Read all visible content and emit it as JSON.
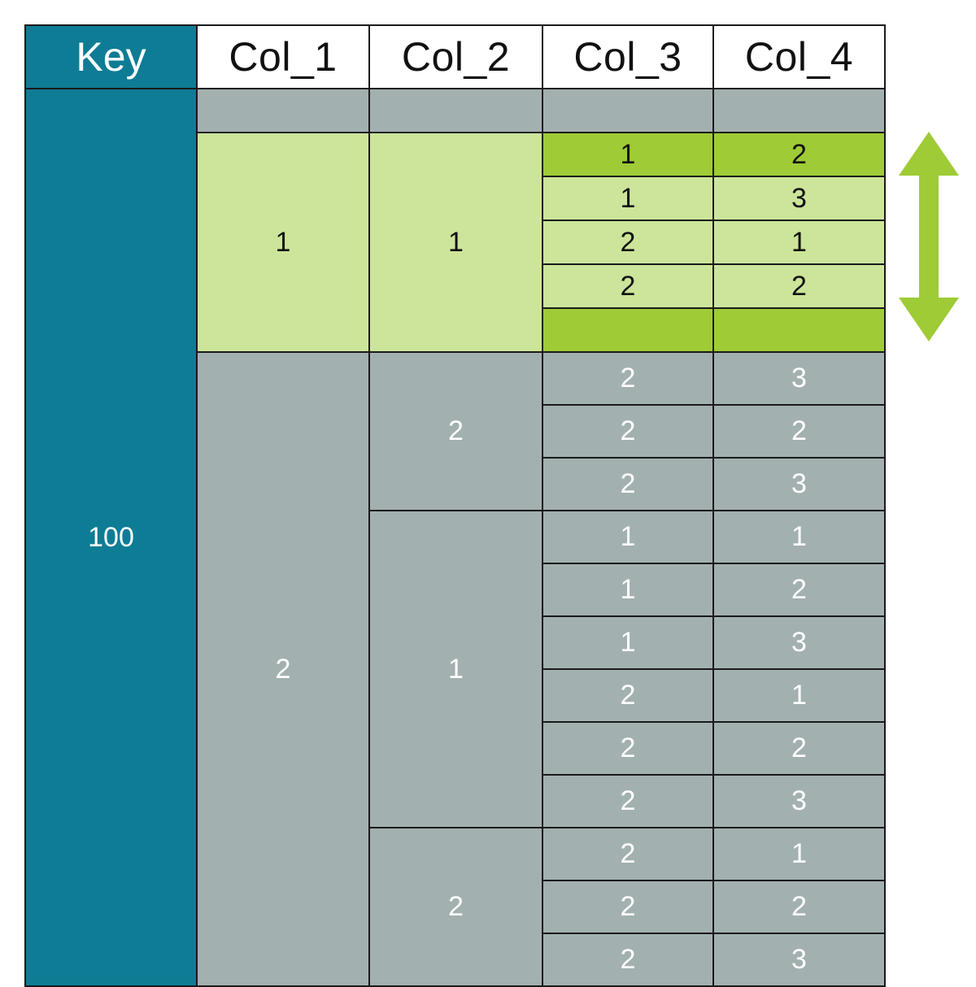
{
  "table": {
    "headers": [
      "Key",
      "Col_1",
      "Col_2",
      "Col_3",
      "Col_4"
    ],
    "key_value": "100",
    "empty_row": {
      "col_1": "",
      "col_2": "",
      "col_3": "",
      "col_4": ""
    },
    "groups": [
      {
        "id": "highlighted-group",
        "style": "green",
        "col_1": "1",
        "col_2": "1",
        "rows": [
          {
            "shade": "dark",
            "col_3": "1",
            "col_4": "2"
          },
          {
            "shade": "light",
            "col_3": "1",
            "col_4": "3"
          },
          {
            "shade": "light",
            "col_3": "2",
            "col_4": "1"
          },
          {
            "shade": "light",
            "col_3": "2",
            "col_4": "2"
          },
          {
            "shade": "dark",
            "col_3": "",
            "col_4": ""
          }
        ]
      },
      {
        "id": "group-2-2",
        "style": "gray",
        "col_1": "2",
        "col_2": "2",
        "rows": [
          {
            "shade": "gray",
            "col_3": "2",
            "col_4": "3"
          },
          {
            "shade": "gray",
            "col_3": "2",
            "col_4": "2"
          },
          {
            "shade": "gray",
            "col_3": "2",
            "col_4": "3"
          }
        ]
      },
      {
        "id": "group-2-1",
        "style": "gray",
        "col_1": "",
        "col_2": "1",
        "rows": [
          {
            "shade": "gray",
            "col_3": "1",
            "col_4": "1"
          },
          {
            "shade": "gray",
            "col_3": "1",
            "col_4": "2"
          },
          {
            "shade": "gray",
            "col_3": "1",
            "col_4": "3"
          },
          {
            "shade": "gray",
            "col_3": "2",
            "col_4": "1"
          },
          {
            "shade": "gray",
            "col_3": "2",
            "col_4": "2"
          },
          {
            "shade": "gray",
            "col_3": "2",
            "col_4": "3"
          }
        ]
      },
      {
        "id": "group-2-2b",
        "style": "gray",
        "col_1": "",
        "col_2": "2",
        "rows": [
          {
            "shade": "gray",
            "col_3": "2",
            "col_4": "1"
          },
          {
            "shade": "gray",
            "col_3": "2",
            "col_4": "2"
          },
          {
            "shade": "gray",
            "col_3": "2",
            "col_4": "3"
          }
        ]
      }
    ]
  },
  "annotation": {
    "arrow": "double-headed-vertical-arrow",
    "arrow_color": "#9ecb36"
  },
  "colors": {
    "key_teal": "#0e7c95",
    "gray": "#a3b0b0",
    "green_dark": "#9ecb36",
    "green_light": "#cce59a",
    "border": "#1a1a1a",
    "header_bg": "#ffffff"
  }
}
